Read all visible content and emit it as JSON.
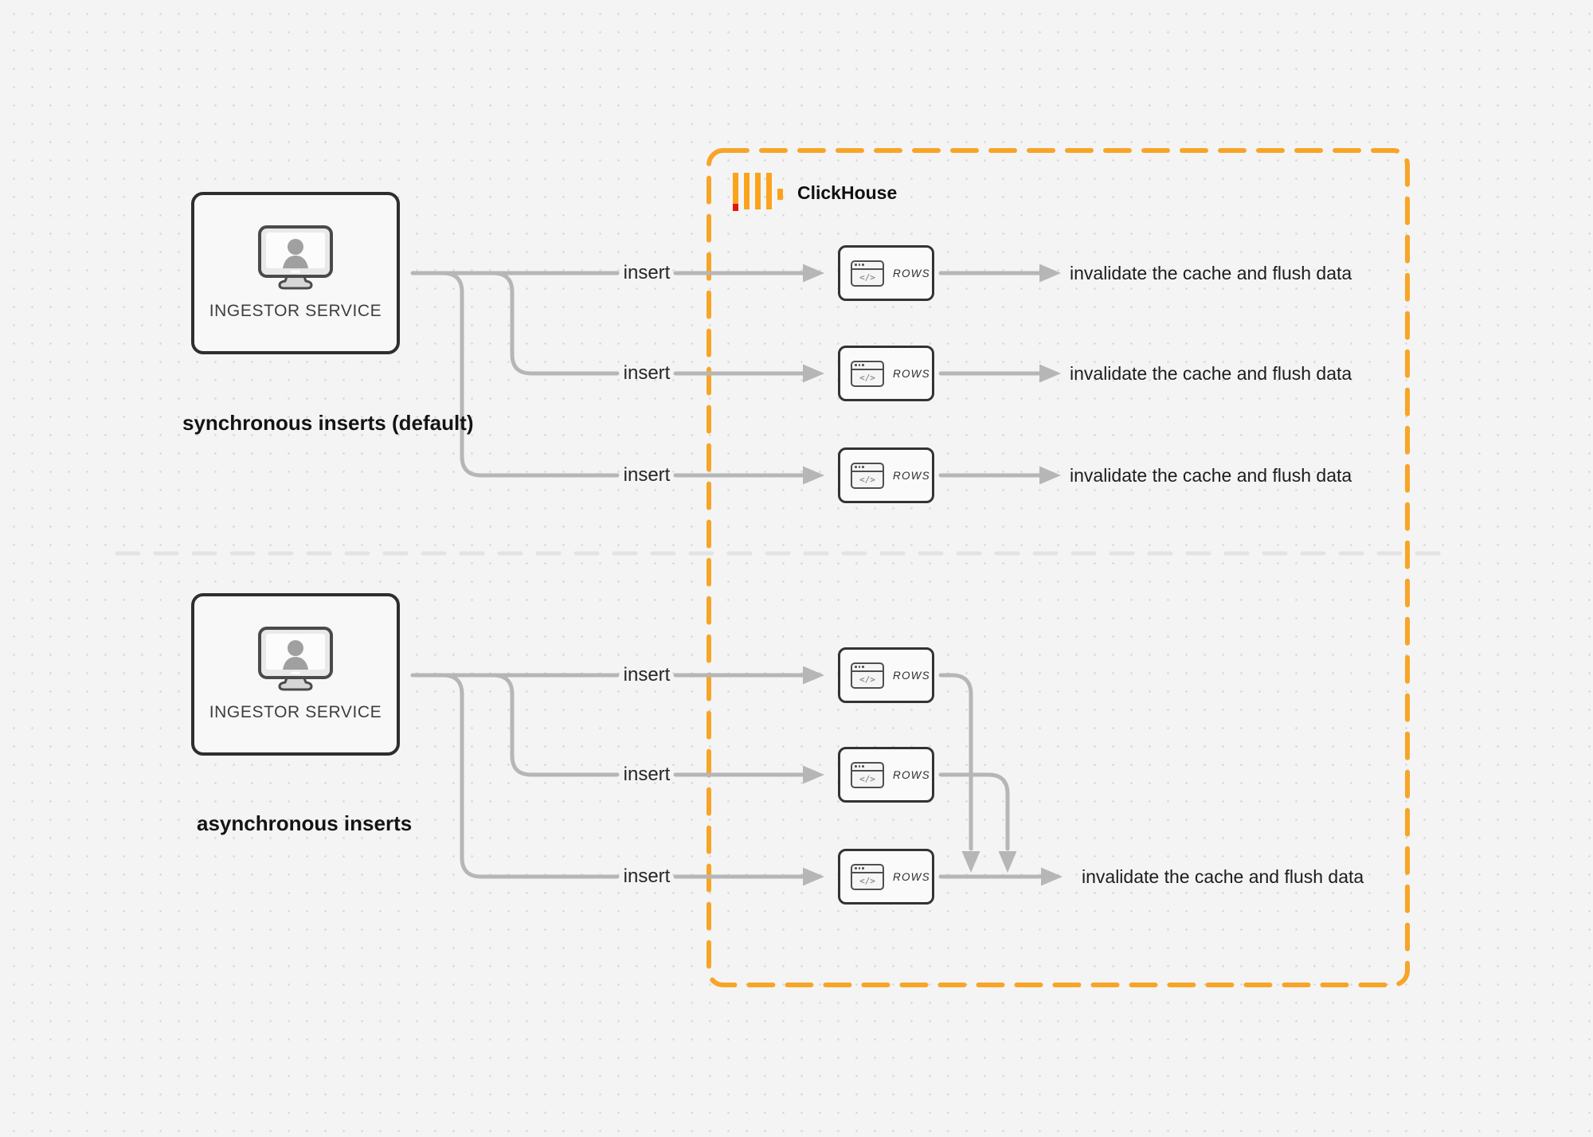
{
  "clickhouse": {
    "label": "ClickHouse"
  },
  "icons": {
    "code_glyph": "</>"
  },
  "colors": {
    "background": "#f4f4f4",
    "dot": "#d9d9d9",
    "accent_orange": "#f7a528",
    "logo_bar_orange": "#faa31b",
    "logo_red": "#e3170c",
    "connector": "#b6b6b6",
    "divider": "#e3e3e3",
    "box_border": "#2e2e2e"
  },
  "sync": {
    "service_label": "INGESTOR SERVICE",
    "caption": "synchronous inserts (default)",
    "rows": [
      {
        "insert_label": "insert",
        "rows_label": "ROWS",
        "result_label": "invalidate the cache and flush data"
      },
      {
        "insert_label": "insert",
        "rows_label": "ROWS",
        "result_label": "invalidate the cache and flush data"
      },
      {
        "insert_label": "insert",
        "rows_label": "ROWS",
        "result_label": "invalidate the cache and flush data"
      }
    ]
  },
  "async": {
    "service_label": "INGESTOR SERVICE",
    "caption": "asynchronous inserts",
    "rows": [
      {
        "insert_label": "insert",
        "rows_label": "ROWS"
      },
      {
        "insert_label": "insert",
        "rows_label": "ROWS"
      },
      {
        "insert_label": "insert",
        "rows_label": "ROWS",
        "result_label": "invalidate the cache and flush data"
      }
    ]
  }
}
